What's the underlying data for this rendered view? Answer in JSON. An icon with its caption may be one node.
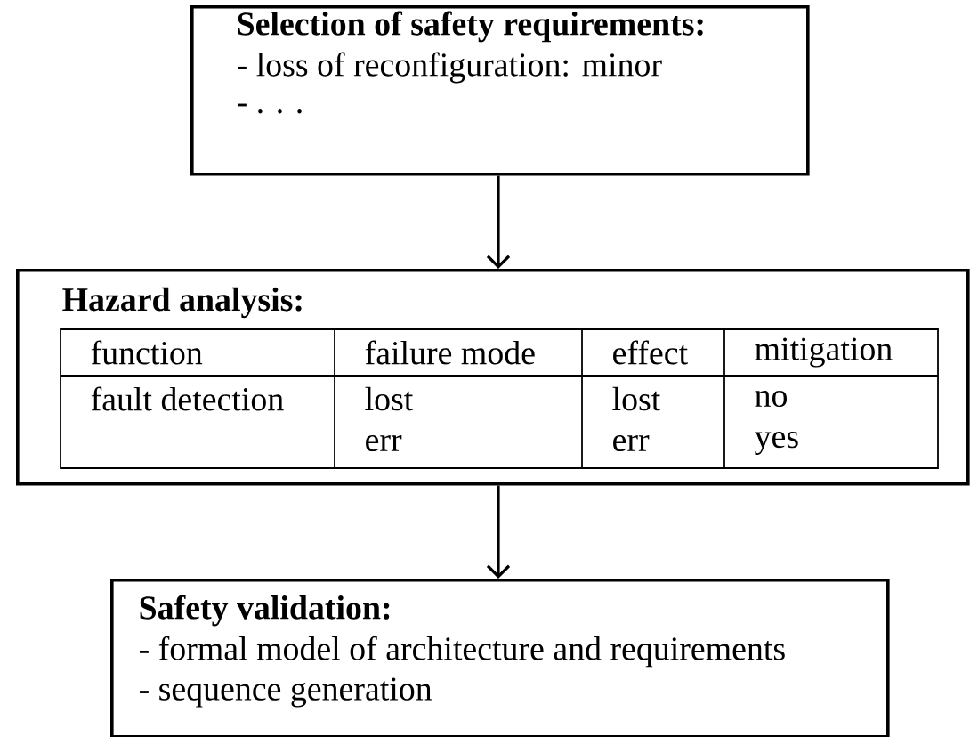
{
  "diagram": {
    "nodes": [
      {
        "text": [
          "Selection of safety requirements:",
          "- loss of reconfiguration: minor",
          "- . . ."
        ]
      },
      {
        "text": [
          "Hazard analysis:"
        ]
      },
      {
        "text": [
          "Safety validation:",
          "- formal model of architecture and requirements",
          "- sequence generation"
        ]
      }
    ],
    "edges": [
      {
        "from": 0,
        "to": 1,
        "arrow": "to"
      },
      {
        "from": 1,
        "to": 2,
        "arrow": "to"
      }
    ],
    "labels": [
      "function",
      "failure mode",
      "effect",
      "mitigation",
      "fault detection",
      "lost",
      "lost",
      "no",
      "err",
      "err",
      "yes"
    ]
  }
}
